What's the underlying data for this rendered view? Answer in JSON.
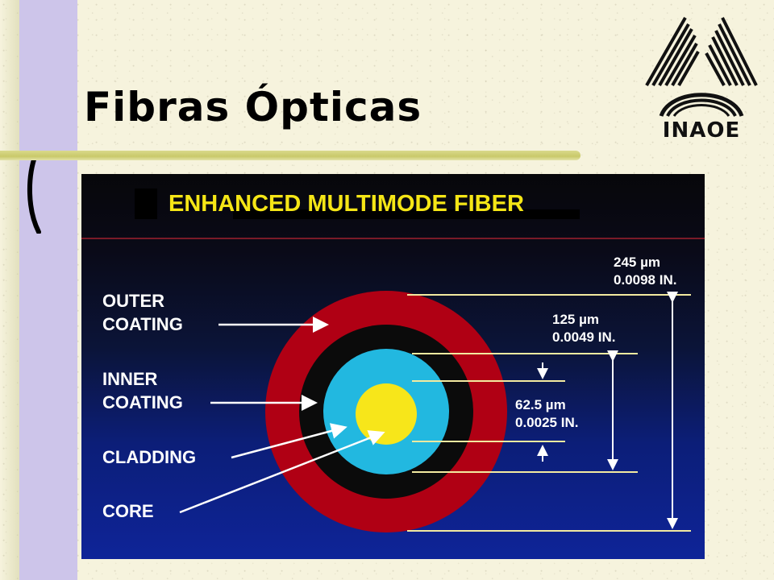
{
  "slide": {
    "title": "Fibras Ópticas",
    "logo_text": "INAOE"
  },
  "diagram": {
    "heading": "ENHANCED MULTIMODE FIBER",
    "labels": {
      "outer_coating_1": "OUTER",
      "outer_coating_2": "COATING",
      "inner_coating_1": "INNER",
      "inner_coating_2": "COATING",
      "cladding": "CLADDING",
      "core": "CORE"
    },
    "dimensions": {
      "outer_um": "245 µm",
      "outer_in": "0.0098 IN.",
      "mid_um": "125 µm",
      "mid_in": "0.0049 IN.",
      "core_um": "62.5 µm",
      "core_in": "0.0025 IN."
    },
    "colors": {
      "outer_coating": "#b00014",
      "inner_coating": "#0b0b0b",
      "cladding": "#22b8e0",
      "core": "#f7e61a",
      "heading": "#f5e616",
      "lines": "#ffffff"
    }
  }
}
